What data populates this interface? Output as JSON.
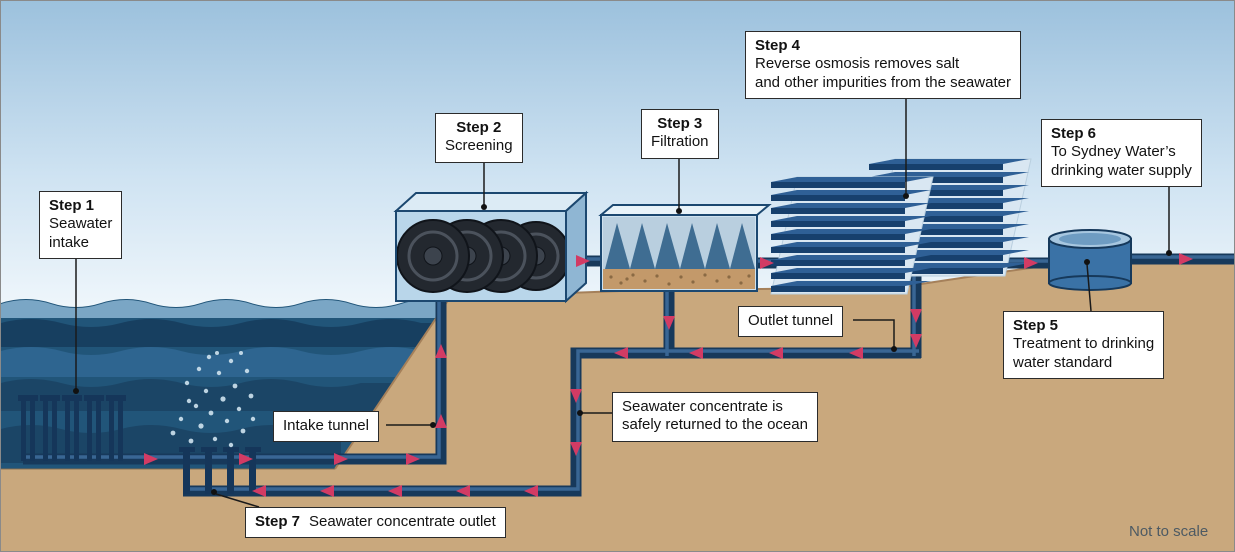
{
  "page": {
    "not_to_scale": "Not to scale"
  },
  "labels": {
    "step1": {
      "title": "Step 1",
      "line1": "Seawater",
      "line2": "intake"
    },
    "step2": {
      "title": "Step 2",
      "line1": "Screening"
    },
    "step3": {
      "title": "Step 3",
      "line1": "Filtration"
    },
    "step4": {
      "title": "Step 4",
      "line1": "Reverse osmosis removes salt",
      "line2": "and other impurities from the seawater"
    },
    "step5": {
      "title": "Step 5",
      "line1": "Treatment to drinking",
      "line2": "water standard"
    },
    "step6": {
      "title": "Step 6",
      "line1": "To Sydney Water’s",
      "line2": "drinking water supply"
    },
    "step7": {
      "title": "Step 7",
      "text": "Seawater concentrate outlet"
    },
    "intake_tunnel": "Intake tunnel",
    "outlet_tunnel": "Outlet tunnel",
    "concentrate_note": {
      "line1": "Seawater concentrate is",
      "line2": "safely returned to the ocean"
    }
  },
  "colors": {
    "ocean": "#215579",
    "ocean_dark_band": "#173f60",
    "sand": "#c9a87d",
    "pipe": "#17395b",
    "flow_arrow": "#d23b64",
    "machine_blue": "#1e4f86",
    "machine_face": "#b9d6ea",
    "label_border": "#2b2b2b"
  }
}
